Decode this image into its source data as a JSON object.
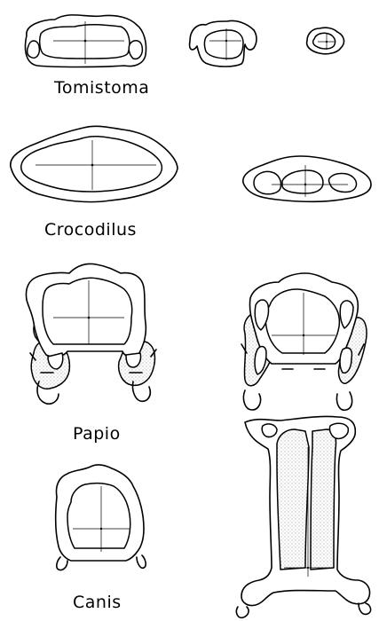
{
  "labels": {
    "tomistoma": "Tomistoma",
    "crocodilus": "Crocodilus",
    "papio": "Papio",
    "canis": "Canis"
  },
  "colors": {
    "ink": "#000000",
    "paper": "#ffffff",
    "stipple": "#7a7a7a"
  }
}
